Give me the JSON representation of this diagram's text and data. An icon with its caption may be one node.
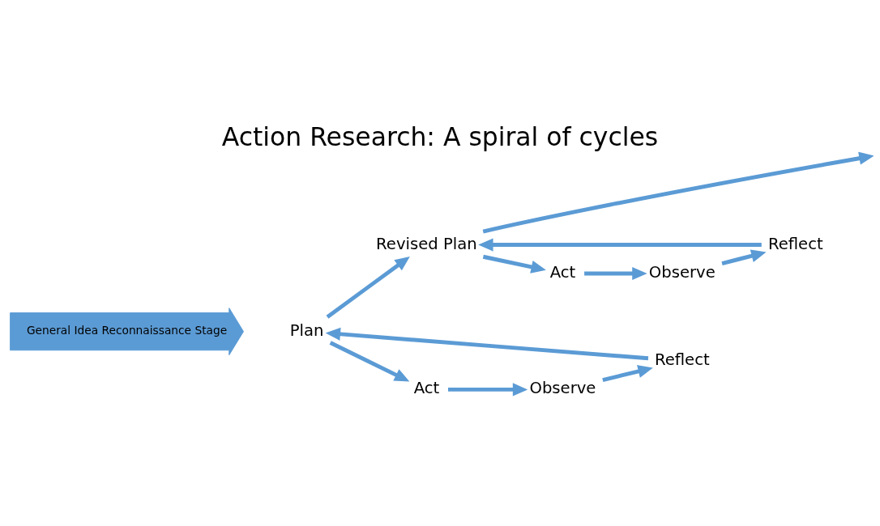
{
  "diagram": {
    "title": "Action Research: A spiral of cycles",
    "nodes": [
      {
        "text": [
          "General Idea Reconnaissance Stage"
        ]
      },
      {
        "text": [
          "Plan"
        ]
      },
      {
        "text": [
          "Act"
        ]
      },
      {
        "text": [
          "Observe"
        ]
      },
      {
        "text": [
          "Reflect"
        ]
      },
      {
        "text": [
          "Revised Plan"
        ]
      },
      {
        "text": [
          "Act"
        ]
      },
      {
        "text": [
          "Observe"
        ]
      },
      {
        "text": [
          "Reflect"
        ]
      }
    ],
    "edges": [
      {
        "from": 1,
        "to": 2,
        "arrow": "to"
      },
      {
        "from": 2,
        "to": 3,
        "arrow": "to"
      },
      {
        "from": 3,
        "to": 4,
        "arrow": "to"
      },
      {
        "from": 4,
        "to": 1,
        "arrow": "to"
      },
      {
        "from": 1,
        "to": 5,
        "arrow": "to"
      },
      {
        "from": 5,
        "to": 6,
        "arrow": "to"
      },
      {
        "from": 6,
        "to": 7,
        "arrow": "to"
      },
      {
        "from": 7,
        "to": 8,
        "arrow": "to"
      },
      {
        "from": 8,
        "to": 5,
        "arrow": "to"
      },
      {
        "from": 5,
        "to": null,
        "arrow": "to"
      }
    ]
  }
}
